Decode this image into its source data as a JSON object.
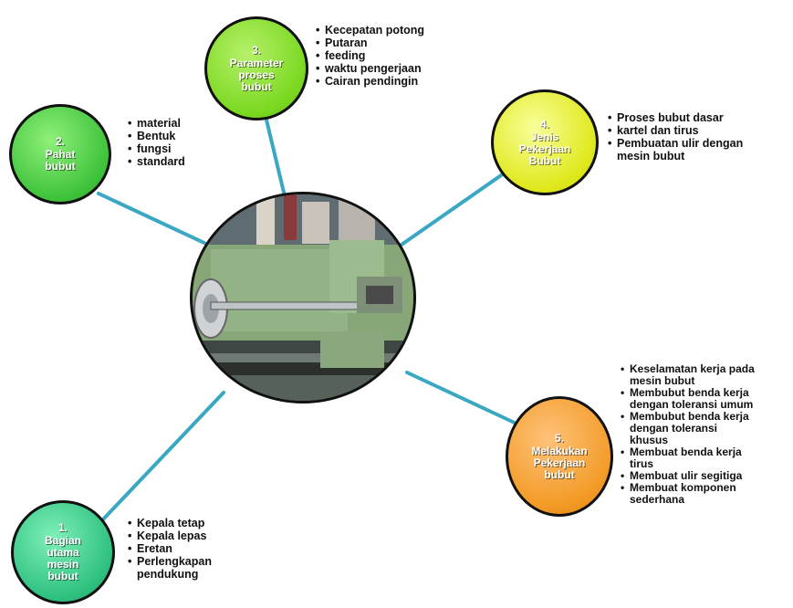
{
  "colors": {
    "connector": "#3aa8c2",
    "outline": "#111111",
    "node_green": "#3ec23a",
    "node_lime": "#79d81f",
    "node_yellow": "#dfe81a",
    "node_orange": "#f29a25",
    "node_teal": "#2ec07f"
  },
  "center": {
    "image": "lathe-machine-photo"
  },
  "nodes": [
    {
      "number": "1.",
      "title": "Bagian\nutama\nmesin\nbubut",
      "items": [
        "Kepala tetap",
        "Kepala lepas",
        "Eretan",
        "Perlengkapan\npendukung"
      ]
    },
    {
      "number": "2.",
      "title": "Pahat\nbubut",
      "items": [
        "material",
        "Bentuk",
        "fungsi",
        "standard"
      ]
    },
    {
      "number": "3.",
      "title": "Parameter\nproses\nbubut",
      "items": [
        "Kecepatan potong",
        "Putaran",
        "feeding",
        "waktu pengerjaan",
        "Cairan pendingin"
      ]
    },
    {
      "number": "4.",
      "title": "Jenis\nPekerjaan\nBubut",
      "items": [
        "Proses bubut dasar",
        "kartel dan tirus",
        "Pembuatan ulir dengan\nmesin bubut"
      ]
    },
    {
      "number": "5.",
      "title": "Melakukan\nPekerjaan\nbubut",
      "items": [
        "Keselamatan kerja pada\nmesin bubut",
        "Membubut benda kerja\ndengan toleransi umum",
        "Membubut benda kerja\ndengan toleransi\nkhusus",
        "Membuat benda kerja\ntirus",
        "Membuat ulir segitiga",
        "Membuat komponen\nsederhana"
      ]
    }
  ]
}
